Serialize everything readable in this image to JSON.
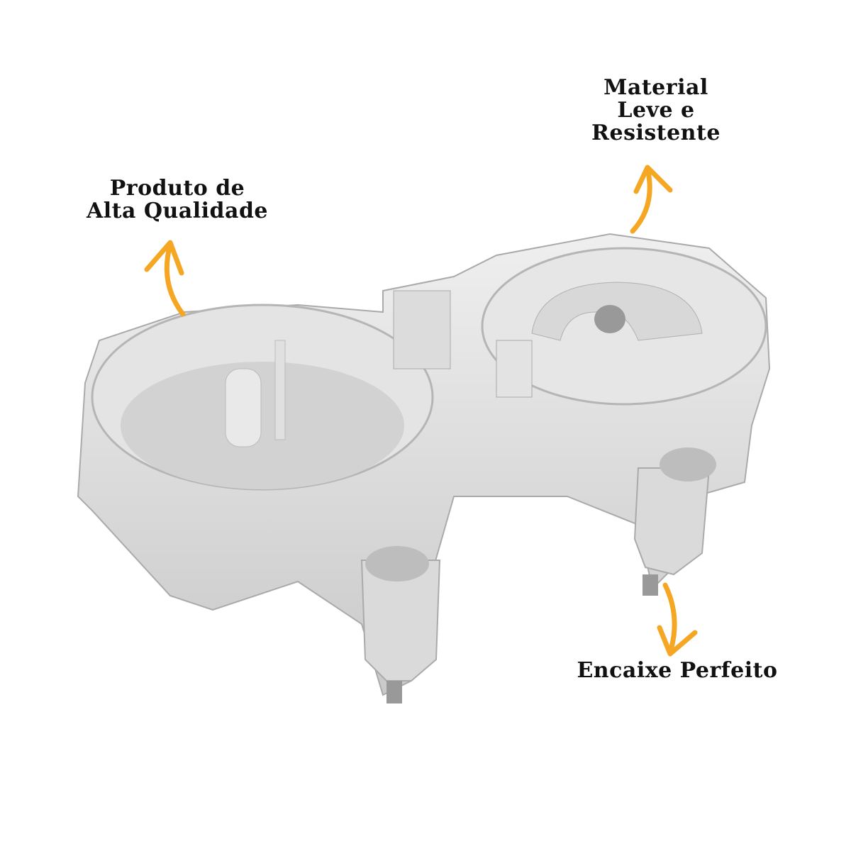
{
  "callouts": {
    "top_left": {
      "line1": "Produto de",
      "line2": "Alta Qualidade"
    },
    "top_right": {
      "line1": "Material",
      "line2": "Leve e",
      "line3": "Resistente"
    },
    "bottom_right": {
      "line1": "Encaixe Perfeito"
    }
  },
  "colors": {
    "arrow": "#F5A623",
    "part": "#DCDCDC",
    "text": "#111111"
  }
}
